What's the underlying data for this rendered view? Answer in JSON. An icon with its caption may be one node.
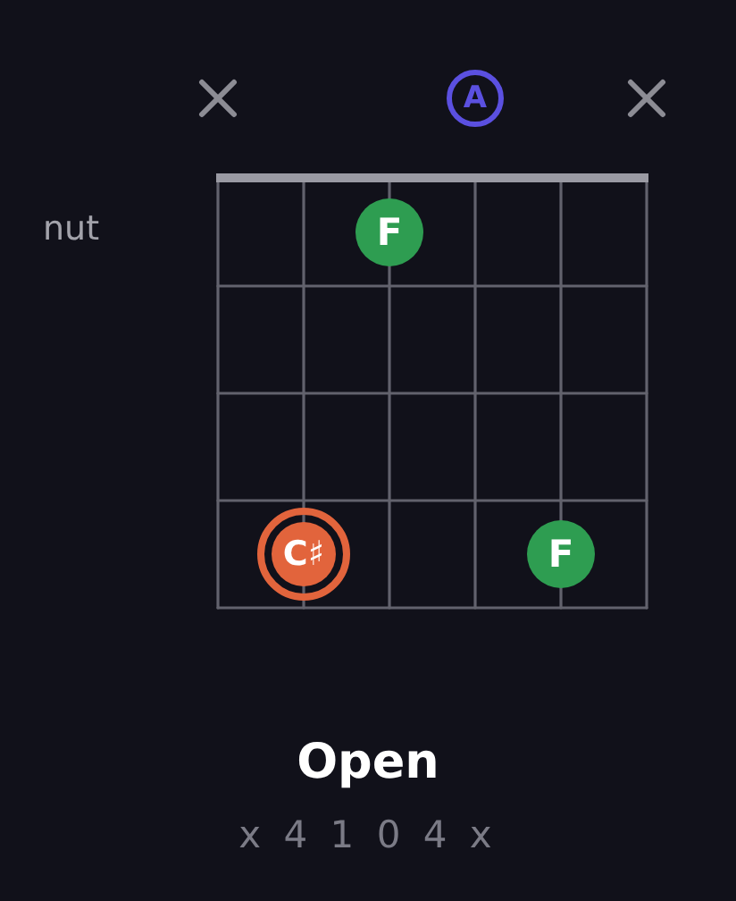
{
  "diagram": {
    "title": "Open",
    "caption": "x 4 1 0 4 x",
    "nodes": [
      {
        "text": [
          "A"
        ]
      },
      {
        "text": [
          "F"
        ]
      },
      {
        "text": [
          "C♯"
        ]
      },
      {
        "text": [
          "F"
        ]
      }
    ],
    "labels": [
      "nut"
    ]
  }
}
